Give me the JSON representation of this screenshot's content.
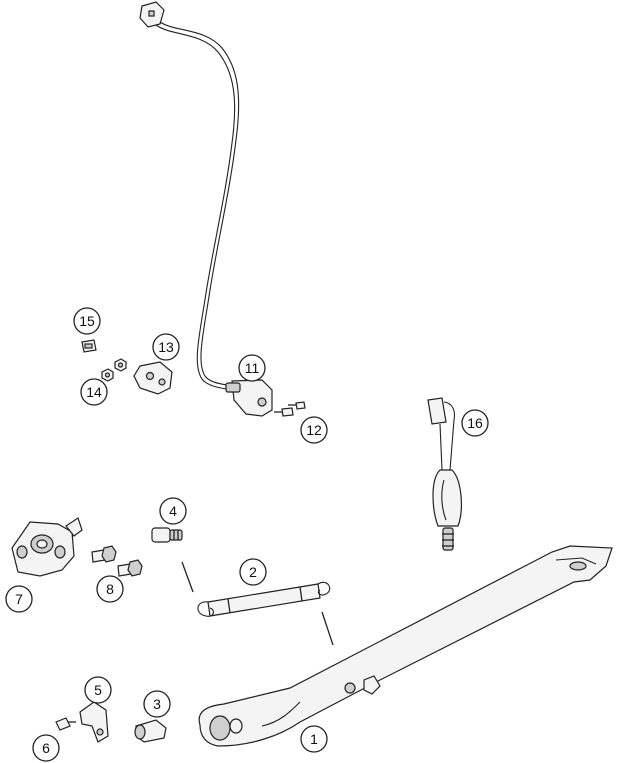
{
  "callouts": [
    {
      "label": "1"
    },
    {
      "label": "2"
    },
    {
      "label": "3"
    },
    {
      "label": "4"
    },
    {
      "label": "5"
    },
    {
      "label": "6"
    },
    {
      "label": "7"
    },
    {
      "label": "8"
    },
    {
      "label": "11"
    },
    {
      "label": "12"
    },
    {
      "label": "13"
    },
    {
      "label": "14"
    },
    {
      "label": "15"
    },
    {
      "label": "16"
    }
  ]
}
